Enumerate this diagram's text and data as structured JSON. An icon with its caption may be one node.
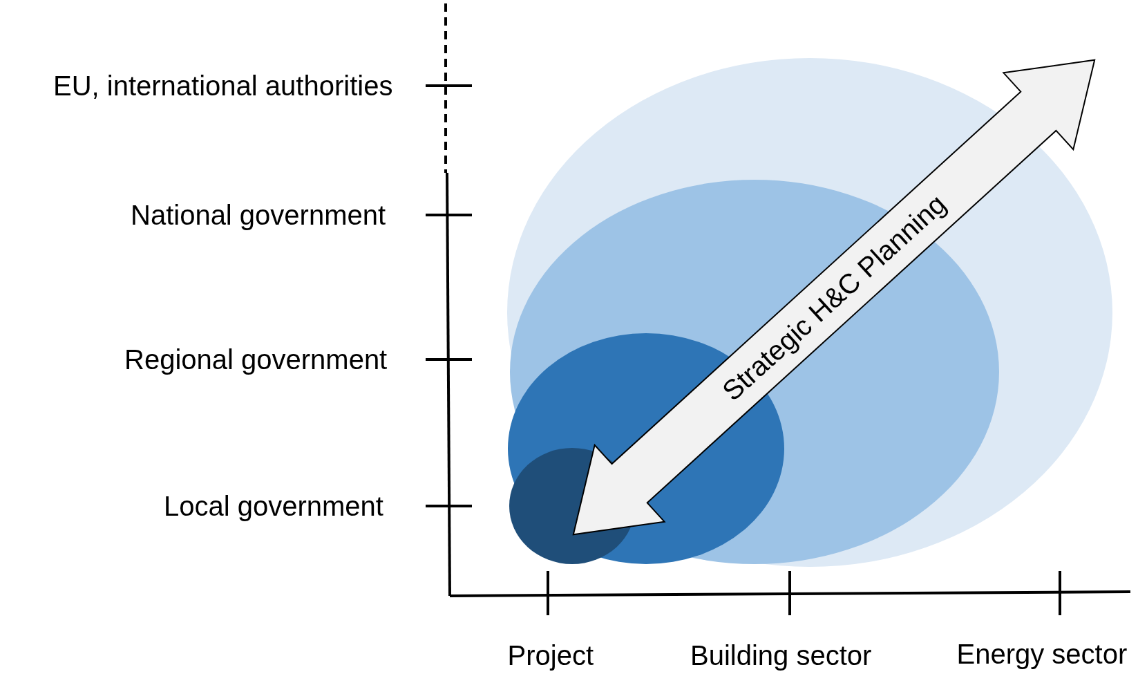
{
  "diagram": {
    "nodes": [
      {
        "text": [
          "Strategic H&C Planning"
        ]
      }
    ],
    "edges": [],
    "labels": [
      "EU, international authorities",
      "National government",
      "Regional government",
      "Local government",
      "Project",
      "Building sector",
      "Energy sector"
    ]
  }
}
